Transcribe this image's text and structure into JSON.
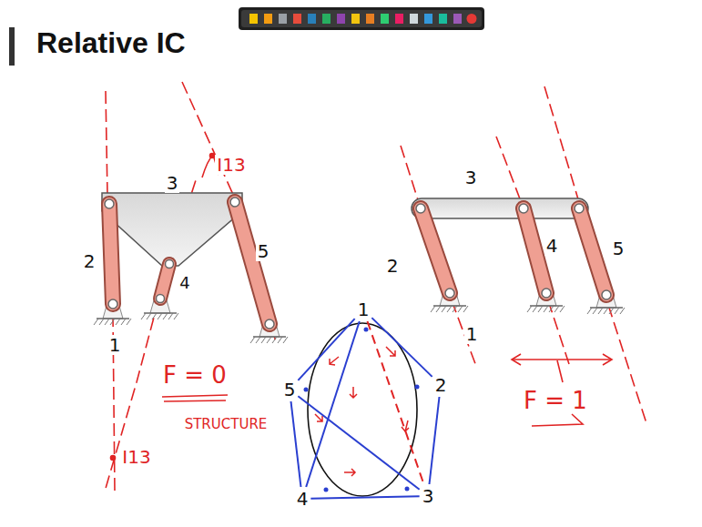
{
  "diagram": {
    "title": "Relative IC",
    "nodes": [
      {
        "text": [
          "1"
        ]
      },
      {
        "text": [
          "2"
        ]
      },
      {
        "text": [
          "3"
        ]
      },
      {
        "text": [
          "4"
        ]
      },
      {
        "text": [
          "5"
        ]
      }
    ],
    "edges": [
      {
        "from": 0,
        "to": 1,
        "arrow": "none"
      },
      {
        "from": 1,
        "to": 2,
        "arrow": "none"
      },
      {
        "from": 2,
        "to": 3,
        "arrow": "none"
      },
      {
        "from": 3,
        "to": 4,
        "arrow": "none"
      },
      {
        "from": 4,
        "to": 0,
        "arrow": "none"
      },
      {
        "from": 0,
        "to": 3,
        "arrow": "none"
      },
      {
        "from": 4,
        "to": 2,
        "arrow": "none"
      },
      {
        "from": 0,
        "to": 2,
        "arrow": "none"
      }
    ],
    "labels": [
      "I13",
      "3",
      "2",
      "4",
      "5",
      "1",
      "I13",
      "F = 0",
      "STRUCTURE",
      "3",
      "2",
      "4",
      "5",
      "1",
      "F = 1"
    ]
  }
}
